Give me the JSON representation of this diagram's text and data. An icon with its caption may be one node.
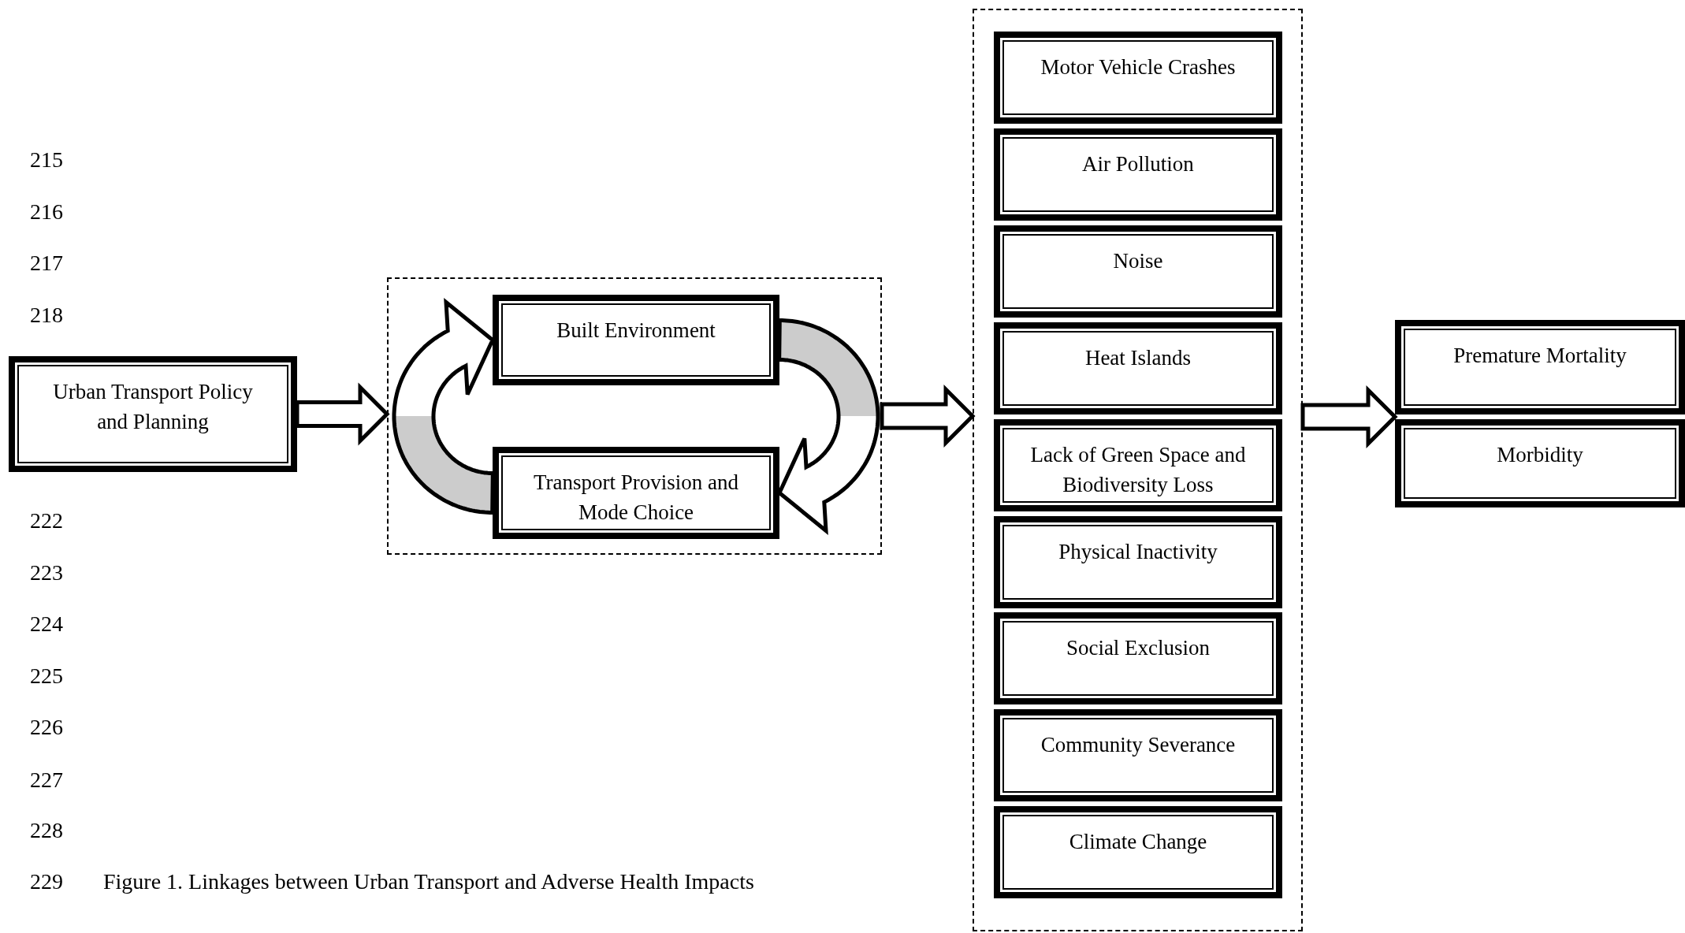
{
  "diagram": {
    "caption": "Figure 1. Linkages between Urban Transport and Adverse Health Impacts",
    "nodes": [
      {
        "text": [
          "Urban Transport Policy and Planning"
        ]
      },
      {
        "text": [],
        "shape": "box"
      },
      {
        "text": [
          "Built Environment"
        ],
        "in": 1
      },
      {
        "text": [
          "Transport Provision and Mode Choice"
        ],
        "in": 1
      },
      {
        "text": [],
        "shape": "box"
      },
      {
        "text": [
          "Motor Vehicle Crashes"
        ],
        "in": 4
      },
      {
        "text": [
          "Air Pollution"
        ],
        "in": 4
      },
      {
        "text": [
          "Noise"
        ],
        "in": 4
      },
      {
        "text": [
          "Heat Islands"
        ],
        "in": 4
      },
      {
        "text": [
          "Lack of Green Space and Biodiversity Loss"
        ],
        "in": 4
      },
      {
        "text": [
          "Physical Inactivity"
        ],
        "in": 4
      },
      {
        "text": [
          "Social Exclusion"
        ],
        "in": 4
      },
      {
        "text": [
          "Community Severance"
        ],
        "in": 4
      },
      {
        "text": [
          "Climate Change"
        ],
        "in": 4
      },
      {
        "text": [
          "Premature Mortality"
        ]
      },
      {
        "text": [
          "Morbidity"
        ]
      }
    ],
    "edges": [
      {
        "from": 0,
        "to": 1,
        "arrow": "to"
      },
      {
        "from": 2,
        "to": 3,
        "arrow": "to"
      },
      {
        "from": 3,
        "to": 2,
        "arrow": "to"
      },
      {
        "from": 1,
        "to": 4,
        "arrow": "to"
      },
      {
        "from": 4,
        "to": 14,
        "arrow": "to"
      },
      {
        "from": 4,
        "to": 15,
        "arrow": "to"
      }
    ],
    "labels": [
      "215",
      "216",
      "217",
      "218",
      "222",
      "223",
      "224",
      "225",
      "226",
      "227",
      "228",
      "229"
    ]
  }
}
